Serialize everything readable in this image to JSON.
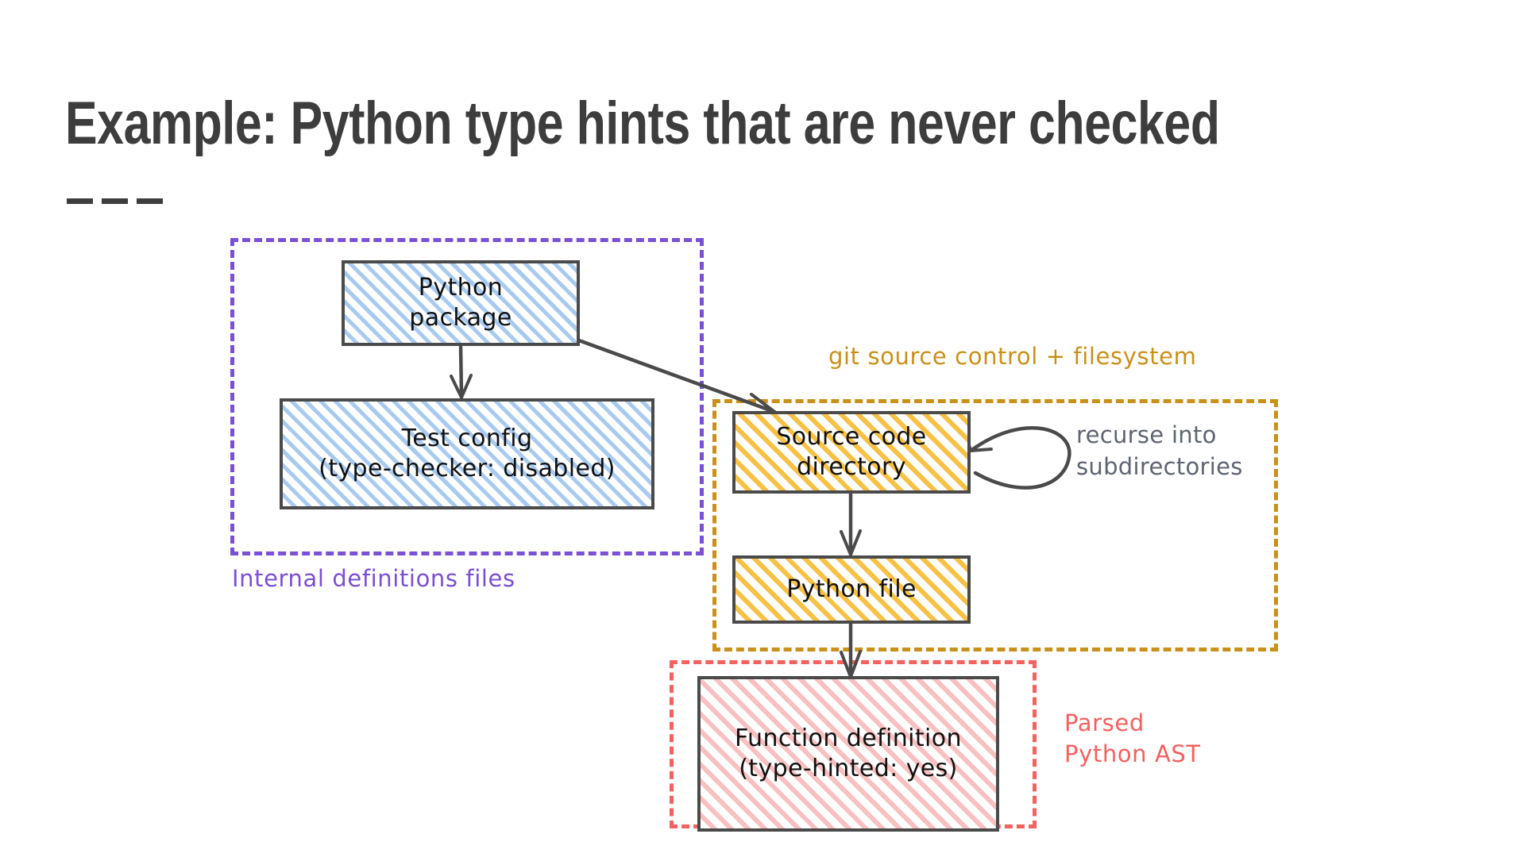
{
  "slide": {
    "title": "Example: Python type hints that are never checked",
    "rule_dashes": [
      "—",
      "—",
      "—"
    ]
  },
  "diagram": {
    "type": "flowchart",
    "style": "hand-drawn sketch",
    "groups": [
      {
        "id": "internal",
        "caption": "Internal definitions files",
        "border_color": "#7B4FD6",
        "border_style": "dashed",
        "contains": [
          "python-package",
          "test-config"
        ]
      },
      {
        "id": "git",
        "caption": "git source control + filesystem",
        "border_color": "#C9901A",
        "border_style": "dashed",
        "contains": [
          "source-code-directory",
          "python-file"
        ]
      },
      {
        "id": "ast",
        "caption": "Parsed\nPython AST",
        "caption_line1": "Parsed",
        "caption_line2": "Python AST",
        "border_color": "#F4615F",
        "border_style": "dashed",
        "contains": [
          "function-definition"
        ]
      }
    ],
    "nodes": [
      {
        "id": "python-package",
        "line1": "Python",
        "line2": "package",
        "hatch_color": "#8CB9EB",
        "border_color": "#4a4a4a"
      },
      {
        "id": "test-config",
        "line1": "Test config",
        "line2": "(type-checker: disabled)",
        "hatch_color": "#8CB9EB",
        "border_color": "#4a4a4a"
      },
      {
        "id": "source-code-directory",
        "line1": "Source code",
        "line2": "directory",
        "hatch_color": "#F7BE3C",
        "border_color": "#4a4a4a"
      },
      {
        "id": "python-file",
        "line1": "Python file",
        "line2": "",
        "hatch_color": "#F7BE3C",
        "border_color": "#4a4a4a"
      },
      {
        "id": "function-definition",
        "line1": "Function definition",
        "line2": "(type-hinted: yes)",
        "hatch_color": "#F38C8C",
        "border_color": "#4a4a4a"
      }
    ],
    "edges": [
      {
        "id": "pkg-to-config",
        "from": "python-package",
        "to": "test-config",
        "label": ""
      },
      {
        "id": "pkg-to-srcdir",
        "from": "python-package",
        "to": "source-code-directory",
        "label": ""
      },
      {
        "id": "srcdir-self-loop",
        "from": "source-code-directory",
        "to": "source-code-directory",
        "label": "recurse into subdirectories"
      },
      {
        "id": "srcdir-to-pyfile",
        "from": "source-code-directory",
        "to": "python-file",
        "label": ""
      },
      {
        "id": "pyfile-to-funcdef",
        "from": "python-file",
        "to": "function-definition",
        "label": ""
      }
    ],
    "loop_annotation": {
      "line1": "recurse into",
      "line2": "subdirectories",
      "color": "#5d6570"
    }
  }
}
